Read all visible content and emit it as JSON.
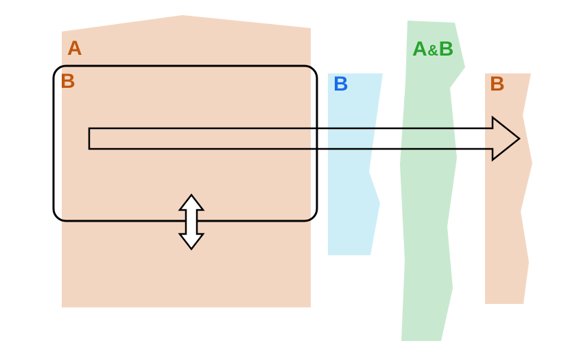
{
  "figure": {
    "labels": {
      "region_a": "A",
      "region_b": "B",
      "strip_b_cyan": "B",
      "strip_ab_a": "A",
      "strip_ab_amp": "&",
      "strip_ab_b": "B",
      "strip_b_right": "B"
    },
    "colors": {
      "background": "#ffffff",
      "peach": "#f3d6c2",
      "cyan": "#cdeef7",
      "green": "#c8e9d0",
      "outline": "#000000",
      "arrow_fill": "#ffffff",
      "label_orange": "#c0570f",
      "label_blue": "#1a6ce8",
      "label_green": "#28a12e"
    }
  }
}
